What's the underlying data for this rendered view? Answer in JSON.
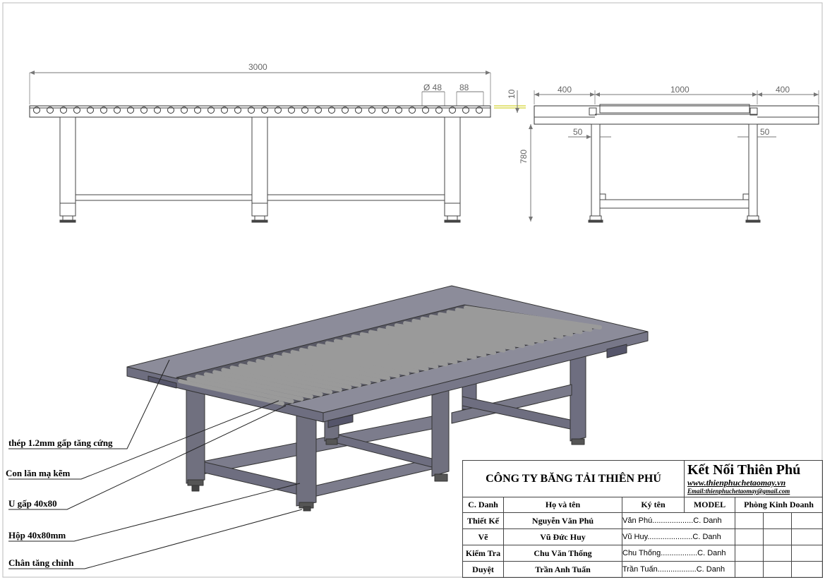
{
  "dimensions": {
    "overall_length": "3000",
    "roller_diameter": "Ø 48",
    "roller_pitch": "88",
    "roller_top": "10",
    "side_left": "400",
    "middle": "1000",
    "side_right": "400",
    "offset_left": "50",
    "offset_right": "50",
    "height": "780"
  },
  "callouts": [
    "thép 1.2mm gấp tăng cứng",
    "Con lăn mạ kẽm",
    "U gấp 40x80",
    "Hộp 40x80mm",
    "Chân tăng chỉnh"
  ],
  "title_block": {
    "company": "CÔNG TY BĂNG TẢI THIÊN PHÚ",
    "brand": "Kết Nối Thiên Phú",
    "website": "www.thienphuchetaomay.vn",
    "email": "Email:thienphuchetaomay@gmail.com",
    "headers": [
      "C. Danh",
      "Họ và tên",
      "Ký tên",
      "MODEL",
      "Phòng Kinh Doanh"
    ],
    "rows": [
      {
        "role": "Thiết Kế",
        "name": "Nguyễn Văn Phú",
        "sign": "Văn Phú...................C. Danh"
      },
      {
        "role": "Vẽ",
        "name": "Vũ Đức Huy",
        "sign": "Vũ Huy.....................C. Danh"
      },
      {
        "role": "Kiểm Tra",
        "name": "Chu Văn Thống",
        "sign": "Chu Thống.................C. Danh"
      },
      {
        "role": "Duyệt",
        "name": "Trần Anh Tuấn",
        "sign": "Trần Tuấn..................C. Danh"
      }
    ]
  },
  "colors": {
    "line": "#444444",
    "dim_line": "#777777",
    "surface_top": "#8c8c9a",
    "surface_side": "#6e6e80",
    "frame": "#70707f",
    "roller": "#9a9a9a"
  }
}
